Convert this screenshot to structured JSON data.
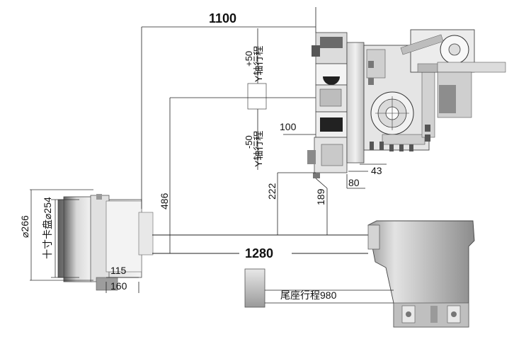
{
  "dimensions": {
    "x_travel_total": "1100",
    "y_plus": "+50",
    "y_axis_travel": "Y轴行程",
    "y_minus": "-50",
    "turret_offset": "100",
    "height_486": "486",
    "height_222": "222",
    "height_189": "189",
    "offset_80": "80",
    "offset_43": "43",
    "chuck_outer": "⌀266",
    "chuck_label": "十寸卡盘⌀254",
    "spindle_115": "115",
    "spindle_160": "160",
    "z_travel": "1280",
    "tailstock_travel": "尾座行程980"
  },
  "colors": {
    "line": "#222222",
    "metal_light": "#eeeeee",
    "metal_mid": "#b9b9b9",
    "metal_dark": "#6f6f6f"
  }
}
